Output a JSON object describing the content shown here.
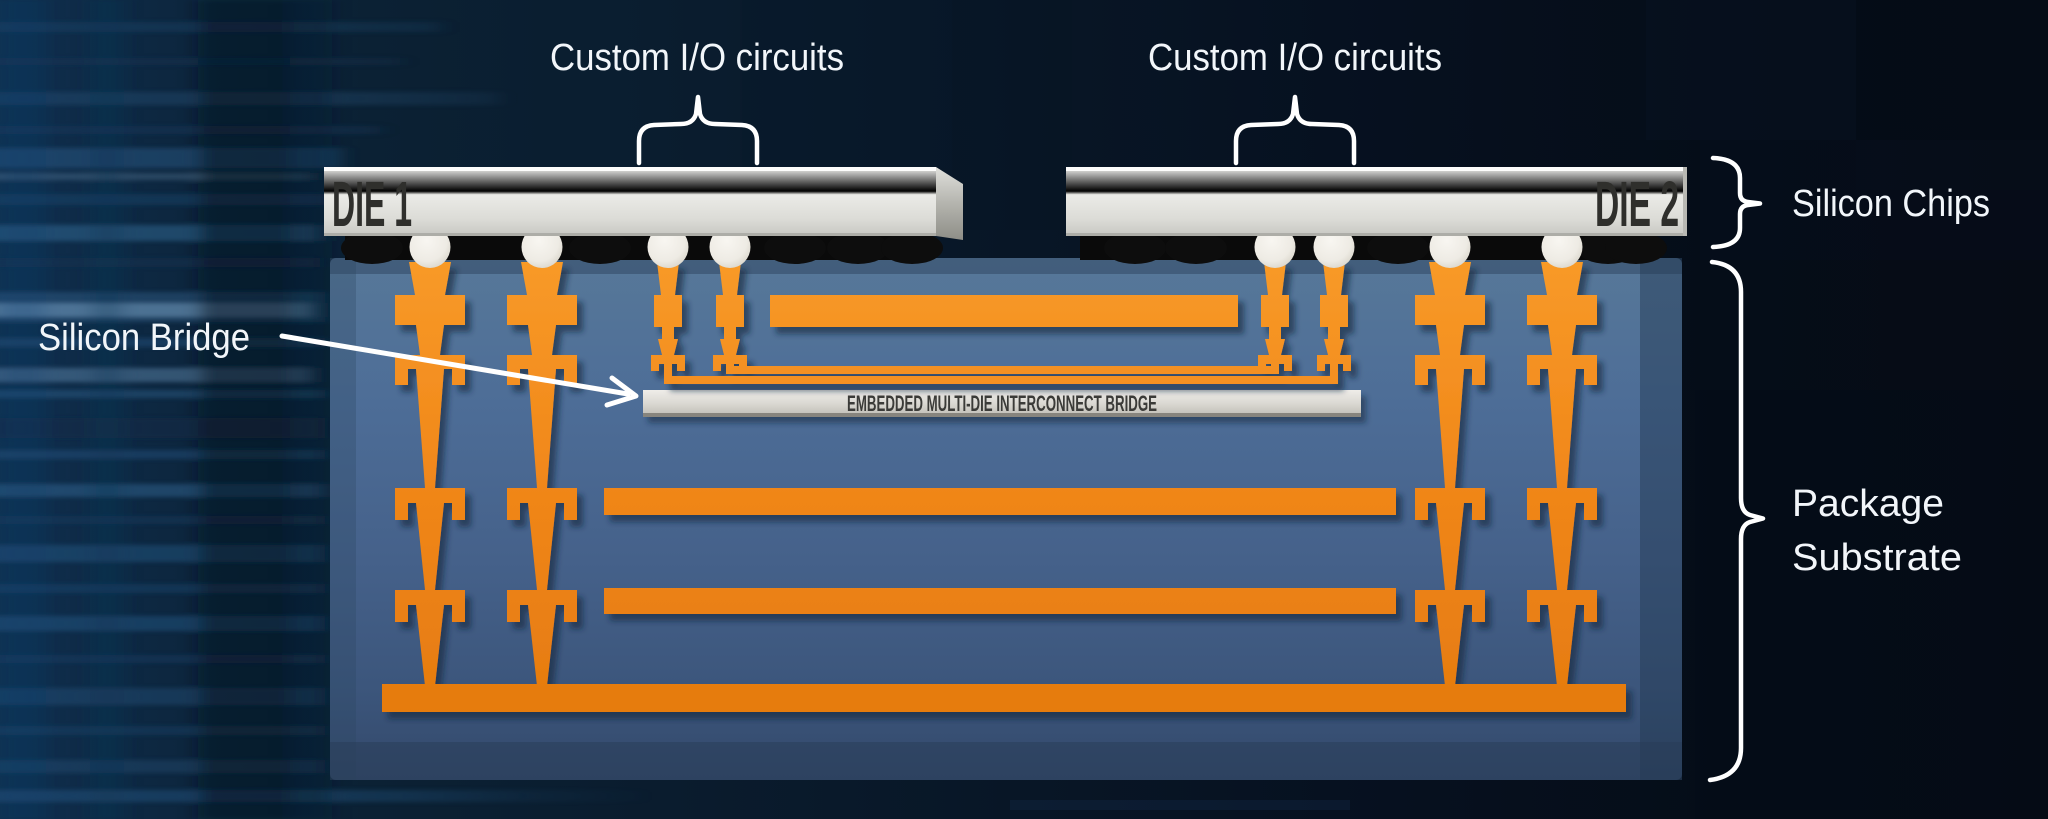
{
  "diagram": {
    "type": "technical-cross-section",
    "subject": "Embedded Multi-Die Interconnect Bridge (EMIB) package cross-section",
    "labels": {
      "custom_io_left": "Custom I/O circuits",
      "custom_io_right": "Custom I/O circuits",
      "silicon_bridge": "Silicon Bridge",
      "silicon_chips": "Silicon Chips",
      "package_substrate_line1": "Package",
      "package_substrate_line2": "Substrate"
    },
    "dies": [
      {
        "label": "DIE 1"
      },
      {
        "label": "DIE 2"
      }
    ],
    "bridge_label": "EMBEDDED MULTI-DIE INTERCONNECT BRIDGE",
    "icons": {
      "arrow": "diagonal-arrow-icon",
      "brace_top": "curly-brace-up-icon",
      "brace_right": "curly-brace-right-icon"
    },
    "colors": {
      "copper_orange": "#F08619",
      "substrate_blue": "#4C6C96",
      "die_silver": "#EBEBE7",
      "bridge_gray": "#D8D6D0",
      "background_navy": "#0A1C30",
      "label_white": "#F2F6FA",
      "bump_black": "#0A0A0A",
      "bump_white": "#F2F0EA"
    }
  }
}
